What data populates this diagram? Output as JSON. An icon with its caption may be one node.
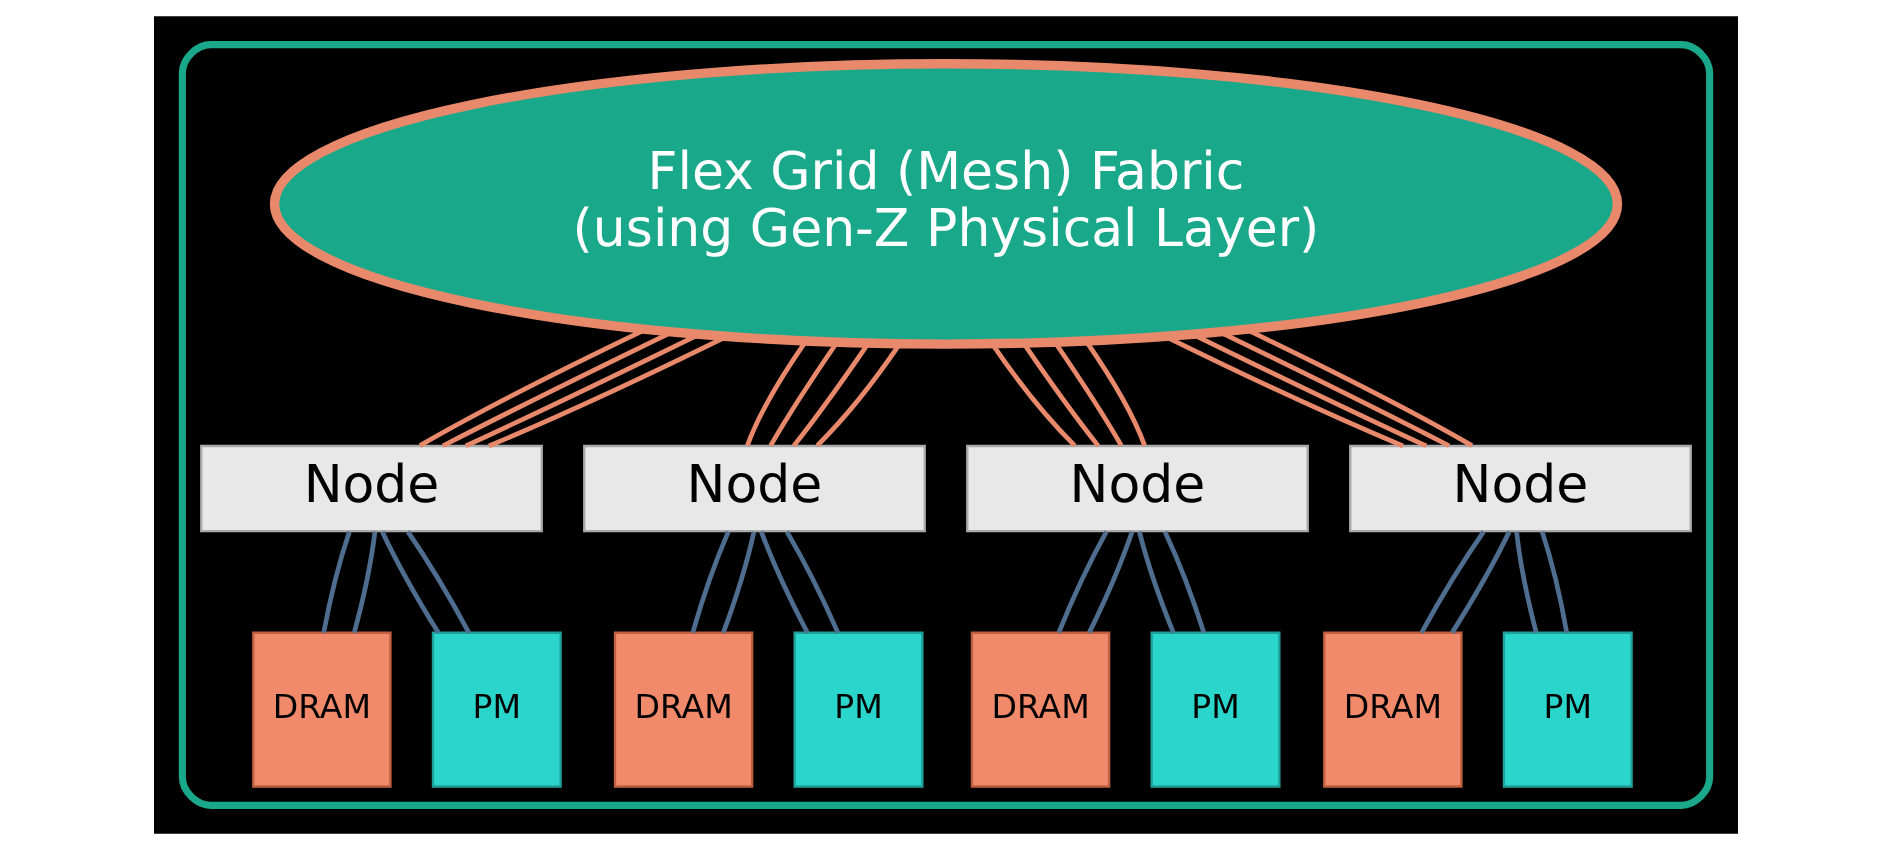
{
  "diagram": {
    "nodes": [
      {
        "text": [],
        "shape": "box"
      },
      {
        "text": [
          "Flex Grid (Mesh) Fabric",
          "(using Gen-Z Physical Layer)"
        ],
        "in": 0
      },
      {
        "text": [
          "Node"
        ],
        "in": 0
      },
      {
        "text": [
          "Node"
        ],
        "in": 0
      },
      {
        "text": [
          "Node"
        ],
        "in": 0
      },
      {
        "text": [
          "Node"
        ],
        "in": 0
      },
      {
        "text": [
          "DRAM"
        ],
        "in": 0
      },
      {
        "text": [
          "PM"
        ],
        "in": 0
      },
      {
        "text": [
          "DRAM"
        ],
        "in": 0
      },
      {
        "text": [
          "PM"
        ],
        "in": 0
      },
      {
        "text": [
          "DRAM"
        ],
        "in": 0
      },
      {
        "text": [
          "PM"
        ],
        "in": 0
      },
      {
        "text": [
          "DRAM"
        ],
        "in": 0
      },
      {
        "text": [
          "PM"
        ],
        "in": 0
      }
    ],
    "edges": [
      {
        "from": 1,
        "to": 2,
        "arrow": "none",
        "color": "#e8896b"
      },
      {
        "from": 1,
        "to": 2,
        "arrow": "none",
        "color": "#e8896b"
      },
      {
        "from": 1,
        "to": 2,
        "arrow": "none",
        "color": "#e8896b"
      },
      {
        "from": 1,
        "to": 2,
        "arrow": "none",
        "color": "#e8896b"
      },
      {
        "from": 1,
        "to": 3,
        "arrow": "none",
        "color": "#e8896b"
      },
      {
        "from": 1,
        "to": 3,
        "arrow": "none",
        "color": "#e8896b"
      },
      {
        "from": 1,
        "to": 3,
        "arrow": "none",
        "color": "#e8896b"
      },
      {
        "from": 1,
        "to": 3,
        "arrow": "none",
        "color": "#e8896b"
      },
      {
        "from": 1,
        "to": 4,
        "arrow": "none",
        "color": "#e8896b"
      },
      {
        "from": 1,
        "to": 4,
        "arrow": "none",
        "color": "#e8896b"
      },
      {
        "from": 1,
        "to": 4,
        "arrow": "none",
        "color": "#e8896b"
      },
      {
        "from": 1,
        "to": 4,
        "arrow": "none",
        "color": "#e8896b"
      },
      {
        "from": 1,
        "to": 5,
        "arrow": "none",
        "color": "#e8896b"
      },
      {
        "from": 1,
        "to": 5,
        "arrow": "none",
        "color": "#e8896b"
      },
      {
        "from": 1,
        "to": 5,
        "arrow": "none",
        "color": "#e8896b"
      },
      {
        "from": 1,
        "to": 5,
        "arrow": "none",
        "color": "#e8896b"
      },
      {
        "from": 2,
        "to": 6,
        "arrow": "none",
        "color": "#4f6d8f"
      },
      {
        "from": 2,
        "to": 6,
        "arrow": "none",
        "color": "#4f6d8f"
      },
      {
        "from": 2,
        "to": 7,
        "arrow": "none",
        "color": "#4f6d8f"
      },
      {
        "from": 2,
        "to": 7,
        "arrow": "none",
        "color": "#4f6d8f"
      },
      {
        "from": 3,
        "to": 8,
        "arrow": "none",
        "color": "#4f6d8f"
      },
      {
        "from": 3,
        "to": 8,
        "arrow": "none",
        "color": "#4f6d8f"
      },
      {
        "from": 3,
        "to": 9,
        "arrow": "none",
        "color": "#4f6d8f"
      },
      {
        "from": 3,
        "to": 9,
        "arrow": "none",
        "color": "#4f6d8f"
      },
      {
        "from": 4,
        "to": 10,
        "arrow": "none",
        "color": "#4f6d8f"
      },
      {
        "from": 4,
        "to": 10,
        "arrow": "none",
        "color": "#4f6d8f"
      },
      {
        "from": 4,
        "to": 11,
        "arrow": "none",
        "color": "#4f6d8f"
      },
      {
        "from": 4,
        "to": 11,
        "arrow": "none",
        "color": "#4f6d8f"
      },
      {
        "from": 5,
        "to": 12,
        "arrow": "none",
        "color": "#4f6d8f"
      },
      {
        "from": 5,
        "to": 12,
        "arrow": "none",
        "color": "#4f6d8f"
      },
      {
        "from": 5,
        "to": 13,
        "arrow": "none",
        "color": "#4f6d8f"
      },
      {
        "from": 5,
        "to": 13,
        "arrow": "none",
        "color": "#4f6d8f"
      }
    ]
  }
}
